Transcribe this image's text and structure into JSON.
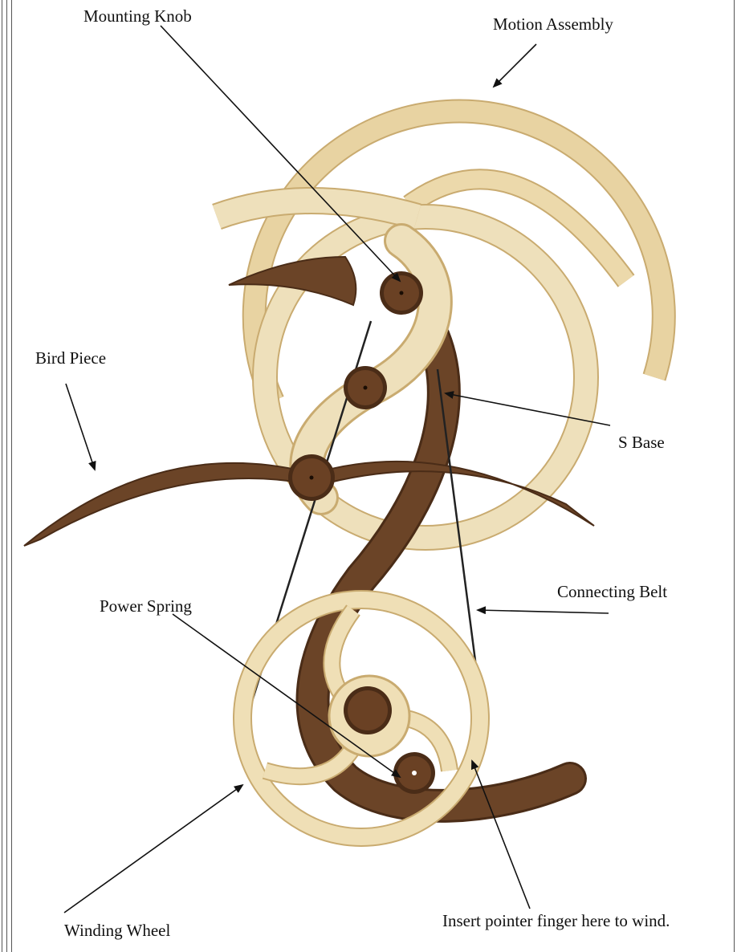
{
  "labels": {
    "mounting_knob": "Mounting Knob",
    "motion_assembly": "Motion Assembly",
    "bird_piece": "Bird Piece",
    "s_base": "S Base",
    "connecting_belt": "Connecting Belt",
    "power_spring": "Power Spring",
    "winding_wheel": "Winding Wheel",
    "insert_finger": "Insert pointer finger here to wind."
  },
  "colors": {
    "light_wood": "#e8d3a2",
    "light_wood_edge": "#c9ab70",
    "dark_wood": "#6b4427",
    "dark_wood_edge": "#4a2c17",
    "knob": "#6a4124",
    "belt": "#222222"
  }
}
